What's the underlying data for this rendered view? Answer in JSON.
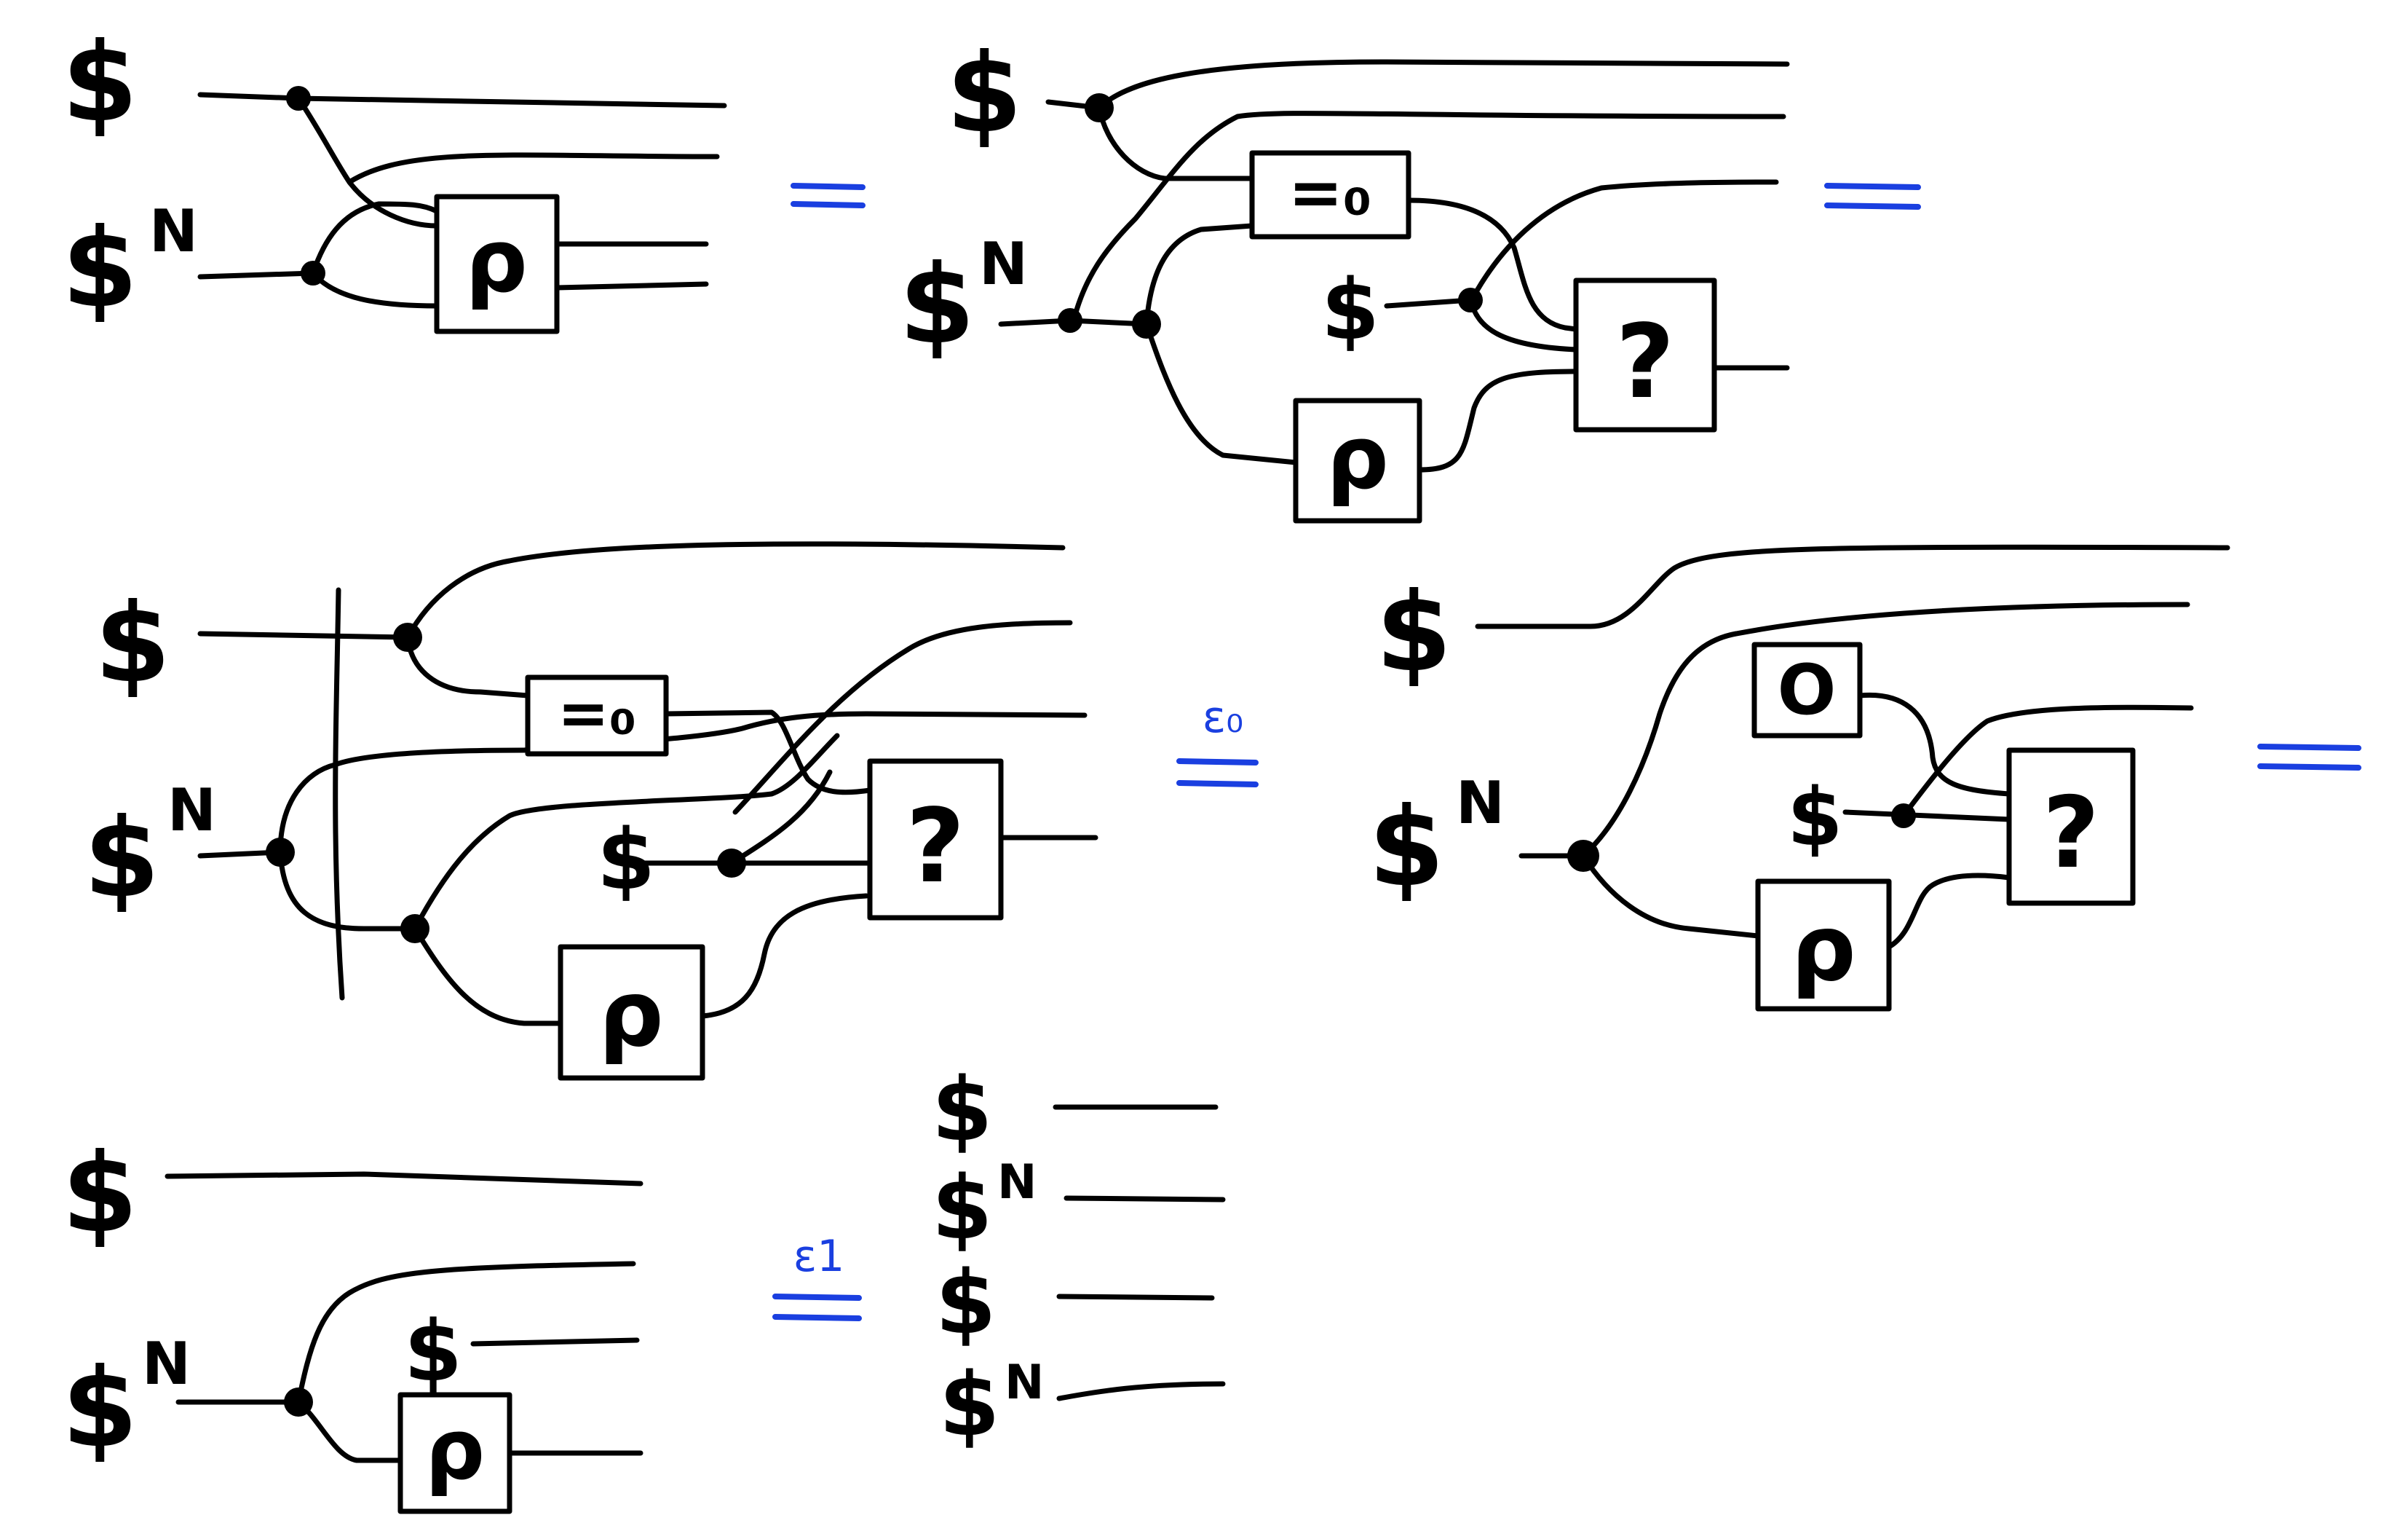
{
  "symbols": {
    "coin": "$",
    "coin_n": "$",
    "sup_n": "N",
    "perm_box": "ρ",
    "eq_box": "=₀",
    "query_box": "?",
    "zero_box": "O"
  },
  "relations": {
    "eq": "=",
    "eps0": "ε₀",
    "eps1": "ε1"
  },
  "colors": {
    "ink": "#000000",
    "relation": "#1a3fe0",
    "background": "#ffffff"
  }
}
